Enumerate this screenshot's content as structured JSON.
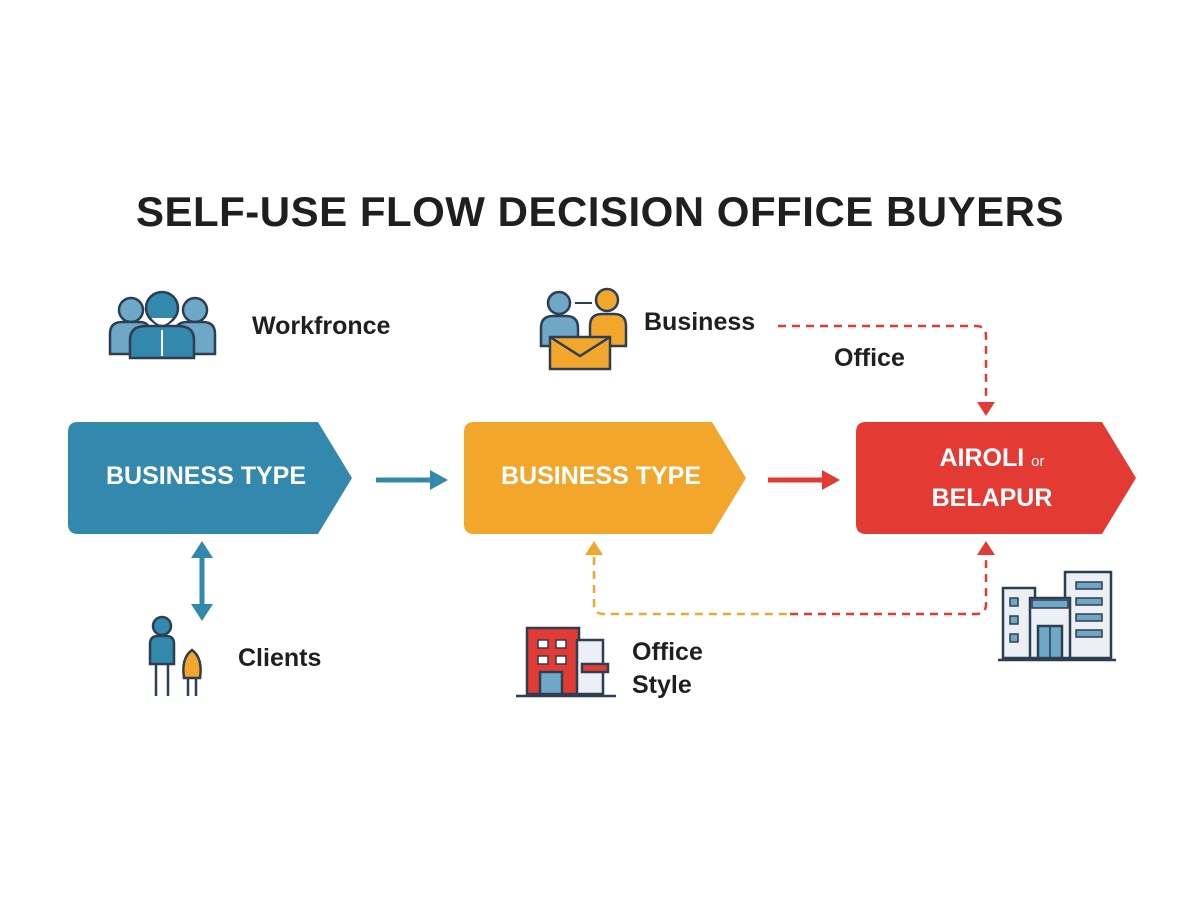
{
  "title": "SELF-USE FLOW DECISION OFFICE BUYERS",
  "colors": {
    "blue": "#3389ad",
    "yellow": "#f2a72c",
    "red": "#e43a34",
    "text": "#1f1f1f"
  },
  "nodes": [
    {
      "id": "business-type-1",
      "label": "BUSINESS TYPE",
      "color": "blue"
    },
    {
      "id": "business-type-2",
      "label": "BUSINESS TYPE",
      "color": "yellow"
    },
    {
      "id": "location",
      "label_main_1": "AIROLI",
      "label_connector": "or",
      "label_main_2": "BELAPUR",
      "color": "red"
    }
  ],
  "labels": {
    "workfronce": "Workfronce",
    "business": "Business",
    "office": "Office",
    "clients": "Clients",
    "office_style_line1": "Office",
    "office_style_line2": "Style"
  },
  "icons": [
    "team-icon",
    "business-meeting-icon",
    "clients-icon",
    "office-building-icon",
    "office-tower-icon"
  ],
  "edges": [
    {
      "from": "business-type-1",
      "to": "business-type-2",
      "style": "solid",
      "color": "blue"
    },
    {
      "from": "business-type-2",
      "to": "location",
      "style": "solid",
      "color": "red"
    },
    {
      "from": "business-type-1",
      "to": "clients",
      "style": "solid-bidirectional",
      "color": "blue"
    },
    {
      "from": "business",
      "to": "location",
      "style": "dashed",
      "color": "red"
    },
    {
      "from": "office-style",
      "to": "business-type-2",
      "style": "dashed",
      "color": "yellow"
    },
    {
      "from": "office-style",
      "to": "location",
      "style": "dashed",
      "color": "red"
    }
  ]
}
